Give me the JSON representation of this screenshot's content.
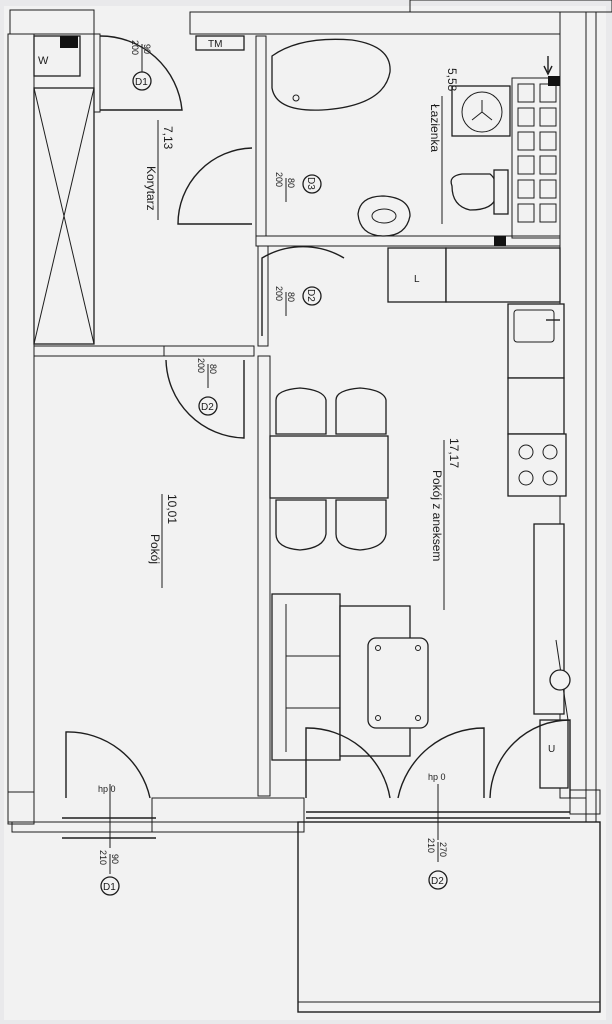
{
  "rooms": [
    {
      "id": "korytarz",
      "name": "Korytarz",
      "area": "7,13"
    },
    {
      "id": "lazienka",
      "name": "Łazienka",
      "area": "5,58"
    },
    {
      "id": "pokoj",
      "name": "Pokój",
      "area": "10,01"
    },
    {
      "id": "aneks",
      "name": "Pokój z aneksem",
      "area": "17,17"
    }
  ],
  "doors": [
    {
      "id": "d1-top",
      "code": "D1",
      "w": "90",
      "h": "200"
    },
    {
      "id": "d3",
      "code": "D3",
      "w": "80",
      "h": "200"
    },
    {
      "id": "d2-top",
      "code": "D2",
      "w": "80",
      "h": "200"
    },
    {
      "id": "d2-mid",
      "code": "D2",
      "w": "80",
      "h": "200"
    },
    {
      "id": "d1-bottom",
      "code": "D1",
      "w": "90",
      "h": "210"
    },
    {
      "id": "d2-bottom",
      "code": "D2",
      "w": "270",
      "h": "210"
    }
  ],
  "labels": {
    "tm": "TM",
    "w": "W",
    "l": "L",
    "u": "U",
    "hp": [
      "hp 0",
      "hp 0"
    ]
  },
  "colors": {
    "line": "#1e1e1e",
    "paper": "#f2f2f2",
    "background": "#e9e9eb"
  }
}
